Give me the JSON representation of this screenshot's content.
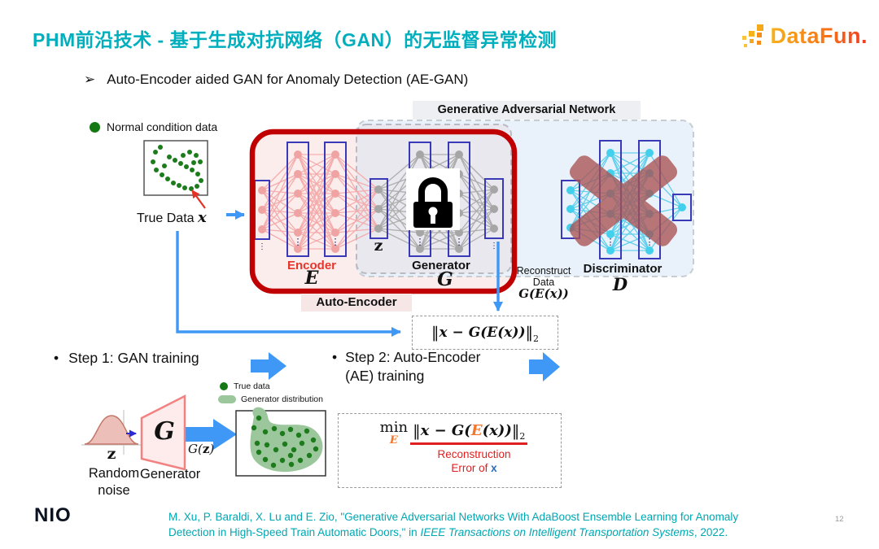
{
  "header": {
    "title": "PHM前沿技术 - 基于生成对抗网络（GAN）的无监督异常检测",
    "bullet_marker": "➢",
    "bullet": "Auto-Encoder aided GAN for Anomaly Detection (AE-GAN)"
  },
  "brand": {
    "datafun": "DataFun.",
    "nio": "NIO",
    "page_number": "12"
  },
  "colors": {
    "title_teal": "#00AFBE",
    "citation_teal": "#00A7B2",
    "arrow_blue": "#3F97F6",
    "autoencoder_red": "#C00000",
    "encoder_pink": "#F2A6A6",
    "network_gray": "#A9A9A9",
    "discriminator_cyan": "#43D0EC",
    "data_green": "#157815",
    "blob_green": "#9CC69C",
    "highlight_orange": "#F4762A",
    "underline_red": "#E02020"
  },
  "diagram": {
    "legend_normal": "Normal condition data",
    "true_data_prefix": "True Data ",
    "true_data_x": "x",
    "gan_box_title": "Generative Adversarial Network",
    "encoder_label": "Encoder",
    "encoder_symbol": "E",
    "z_symbol": "z",
    "generator_label": "Generator",
    "generator_symbol": "G",
    "discriminator_label": "Discriminator",
    "discriminator_symbol": "D",
    "autoencoder_label": "Auto-Encoder",
    "reconstruct_line1": "Reconstruct",
    "reconstruct_line2": "Data",
    "reconstruct_formula": "G(E(x))",
    "formula1": {
      "open": "‖",
      "body": "x − G(E(x))",
      "close": "‖",
      "subscript": "2"
    }
  },
  "steps": {
    "bullet": "•",
    "step1": "Step 1: GAN training",
    "step2_line1": "Step 2: Auto-Encoder",
    "step2_line2": "(AE) training"
  },
  "bottom": {
    "legend_true": "True data",
    "legend_generator": "Generator distribution",
    "z_symbol": "z",
    "random_noise_line1": "Random",
    "random_noise_line2": "noise",
    "generator_label": "Generator",
    "g_symbol": "G",
    "gz_prefix": "G(",
    "gz_z": "z",
    "gz_suffix": ")",
    "formula2": {
      "min": "min",
      "min_sub": "E",
      "open": "‖",
      "pre": "x − G(",
      "e": "E",
      "post": "(x))",
      "close": "‖",
      "subscript": "2",
      "caption_line1": "Reconstruction",
      "caption_line2": "Error of ",
      "caption_x": "x"
    }
  },
  "footer": {
    "citation_line1": "M. Xu, P. Baraldi, X. Lu and E. Zio, \"Generative Adversarial Networks With AdaBoost Ensemble Learning for Anomaly",
    "citation_line2_prefix": "Detection in High-Speed Train Automatic Doors,\" in ",
    "citation_line2_italic": "IEEE Transactions on Intelligent Transportation Systems",
    "citation_line2_suffix": ", 2022."
  }
}
